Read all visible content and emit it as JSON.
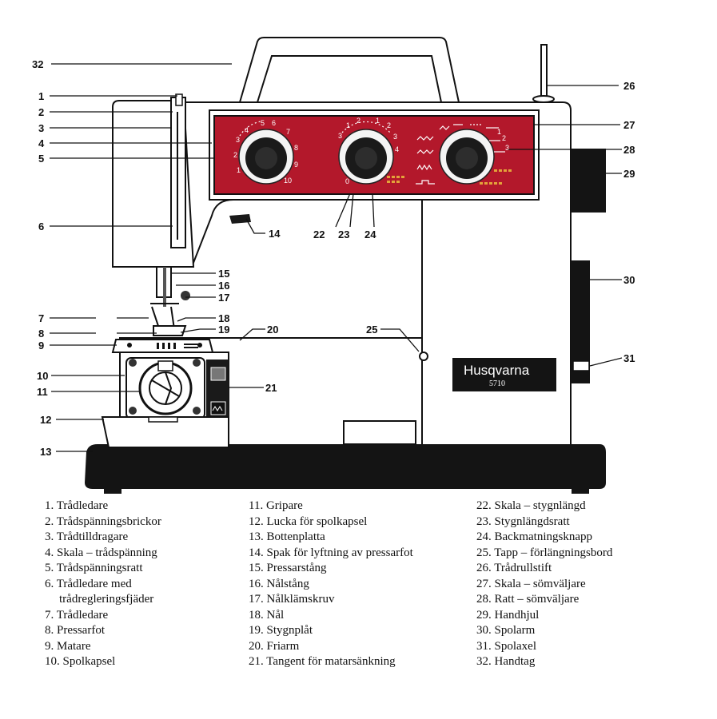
{
  "machine": {
    "brand": "Husqvarna",
    "model": "5710",
    "colors": {
      "panel": "#b3182b",
      "base": "#141414",
      "body": "#ffffff",
      "line": "#111111"
    }
  },
  "dial_marks": {
    "tension": [
      "5",
      "6",
      "7",
      "8",
      "9",
      "10",
      "4",
      "3",
      "2",
      "1"
    ],
    "stitch_length": [
      "1",
      "2",
      "3",
      "1",
      "2",
      "3",
      "4",
      "0"
    ],
    "selector": [
      "1",
      "2",
      "3"
    ]
  },
  "callouts": [
    "1",
    "2",
    "3",
    "4",
    "5",
    "6",
    "7",
    "8",
    "9",
    "10",
    "11",
    "12",
    "13",
    "14",
    "15",
    "16",
    "17",
    "18",
    "19",
    "20",
    "21",
    "22",
    "23",
    "24",
    "25",
    "26",
    "27",
    "28",
    "29",
    "30",
    "31",
    "32"
  ],
  "legend": {
    "col1": [
      "1. Trådledare",
      "2. Trådspänningsbrickor",
      "3. Trådtilldragare",
      "4. Skala – trådspänning",
      "5. Trådspänningsratt",
      "6. Trådledare med",
      "trådregleringsfjäder",
      "7. Trådledare",
      "8. Pressarfot",
      "9. Matare",
      "10. Spolkapsel"
    ],
    "col2": [
      "11. Gripare",
      "12. Lucka för spolkapsel",
      "13. Bottenplatta",
      "14. Spak för lyftning av pressarfot",
      "15. Pressarstång",
      "16. Nålstång",
      "17. Nålklämskruv",
      "18. Nål",
      "19. Stygnplåt",
      "20. Friarm",
      "21. Tangent för matarsänkning"
    ],
    "col3": [
      "22. Skala – stygnlängd",
      "23. Stygnlängdsratt",
      "24. Backmatningsknapp",
      "25. Tapp – förlängningsbord",
      "26. Trådrullstift",
      "27. Skala – sömväljare",
      "28. Ratt – sömväljare",
      "29. Handhjul",
      "30. Spolarm",
      "31. Spolaxel",
      "32. Handtag"
    ]
  }
}
